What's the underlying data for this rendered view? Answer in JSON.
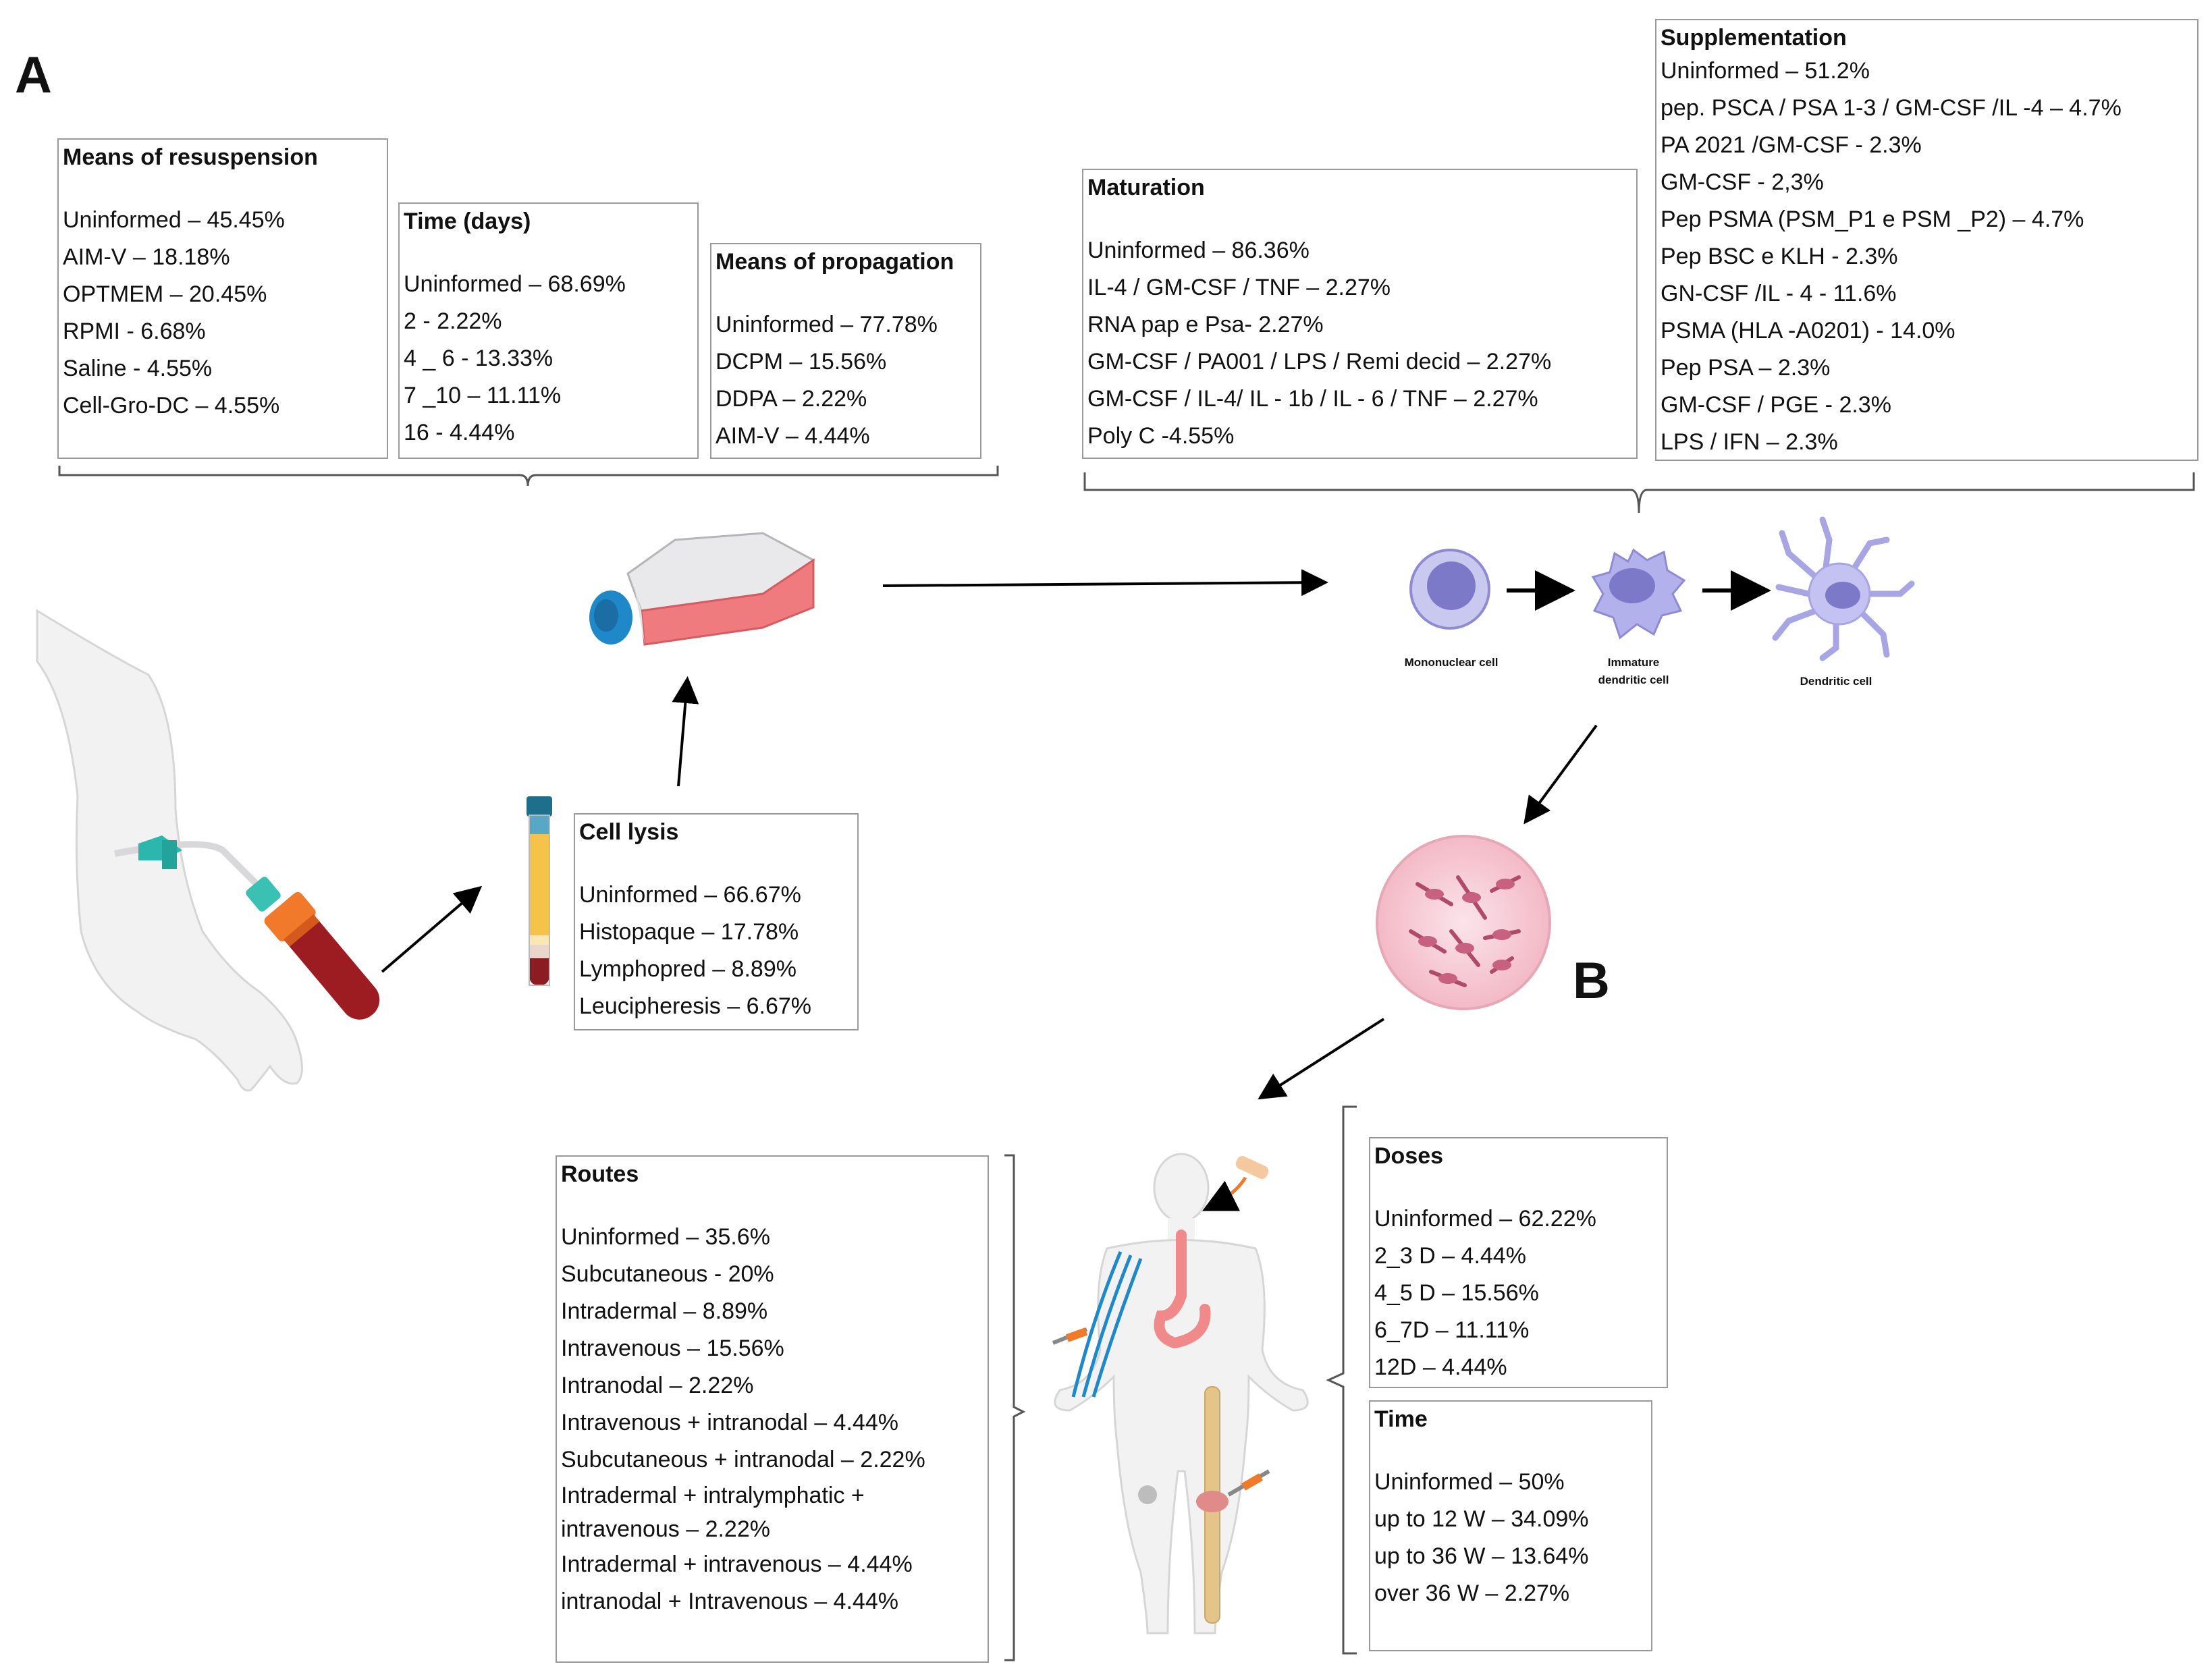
{
  "panel_labels": {
    "a": "A",
    "b": "B"
  },
  "resuspension": {
    "title": "Means of resuspension",
    "items": [
      "Uninformed – 45.45%",
      "AIM-V – 18.18%",
      "OPTMEM – 20.45%",
      "RPMI -    6.68%",
      "Saline  - 4.55%",
      "Cell-Gro-DC – 4.55%"
    ]
  },
  "time_days": {
    "title": "Time (days)",
    "items": [
      "Uninformed – 68.69%",
      "2 - 2.22%",
      "4 _ 6 - 13.33%",
      "7 _10 – 11.11%",
      "16 - 4.44%"
    ]
  },
  "propagation": {
    "title": "Means of propagation",
    "items": [
      "Uninformed – 77.78%",
      "DCPM – 15.56%",
      "DDPA – 2.22%",
      "AIM-V – 4.44%"
    ]
  },
  "maturation": {
    "title": "Maturation",
    "items": [
      "Uninformed – 86.36%",
      "IL-4 / GM-CSF / TNF – 2.27%",
      "RNA pap e Psa- 2.27%",
      "GM-CSF / PA001 / LPS / Remi decid – 2.27%",
      "GM-CSF / IL-4/ IL - 1b / IL - 6 / TNF – 2.27%",
      "Poly C -4.55%"
    ]
  },
  "supplementation": {
    "title": "Supplementation",
    "items": [
      "Uninformed – 51.2%",
      "pep. PSCA / PSA 1-3 / GM-CSF /IL -4 – 4.7%",
      "PA 2021 /GM-CSF  - 2.3%",
      "GM-CSF -  2,3%",
      "Pep PSMA (PSM_P1 e PSM _P2) – 4.7%",
      "Pep BSC e KLH  - 2.3%",
      "GN-CSF /IL  - 4     - 11.6%",
      "PSMA (HLA -A0201) -  14.0%",
      "Pep PSA – 2.3%",
      "GM-CSF / PGE      - 2.3%",
      "LPS / IFN – 2.3%"
    ]
  },
  "cell_lysis": {
    "title": "Cell lysis",
    "items": [
      "Uninformed – 66.67%",
      "Histopaque – 17.78%",
      "Lymphopred – 8.89%",
      "Leucipheresis – 6.67%"
    ]
  },
  "cells": {
    "mononuclear": "Mononuclear cell",
    "immature_line1": "Immature",
    "immature_line2": "dendritic cell",
    "dendritic": "Dendritic cell"
  },
  "routes": {
    "title": "Routes",
    "items": [
      "Uninformed – 35.6%",
      "Subcutaneous - 20%",
      "Intradermal – 8.89%",
      "Intravenous – 15.56%",
      "Intranodal – 2.22%",
      "Intravenous + intranodal – 4.44%",
      "Subcutaneous + intranodal – 2.22%",
      "Intradermal + intralymphatic +",
      "intravenous – 2.22%",
      "Intradermal + intravenous – 4.44%",
      "intranodal + Intravenous – 4.44%"
    ]
  },
  "doses": {
    "title": "Doses",
    "items": [
      "Uninformed – 62.22%",
      "2_3 D – 4.44%",
      "4_5 D – 15.56%",
      "6_7D – 11.11%",
      "12D – 4.44%"
    ]
  },
  "time_weeks": {
    "title": "Time",
    "items": [
      "Uninformed –  50%",
      "up to 12 W – 34.09%",
      "up to 36 W – 13.64%",
      "over 36 W – 2.27%"
    ]
  },
  "colors": {
    "box_border": "#9a9a9a",
    "flask_red": "#f07b7f",
    "cap_blue": "#1f88c9",
    "blood": "#9c1c22",
    "plasma": "#f5c24a",
    "cell_purple": "#a8a6e8",
    "nucleus": "#7d79c9"
  }
}
